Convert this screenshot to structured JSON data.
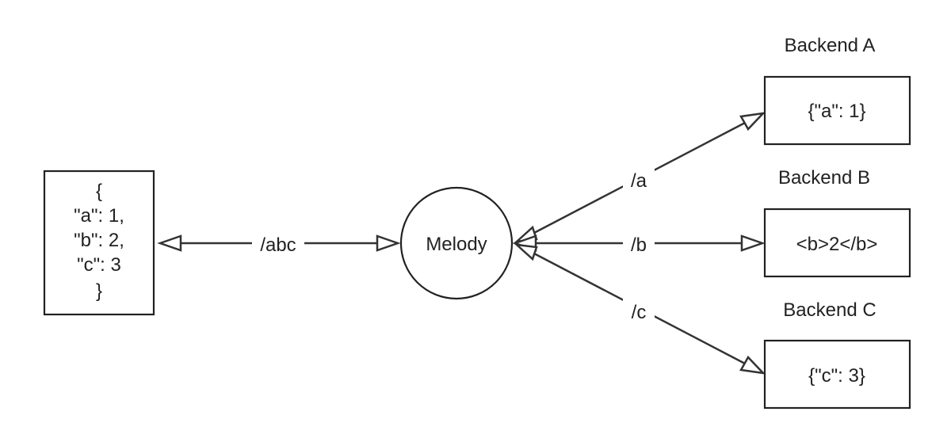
{
  "client": {
    "lines": [
      "{",
      "\"a\": 1,",
      "\"b\": 2,",
      "\"c\": 3",
      "}"
    ]
  },
  "gateway": {
    "label": "Melody"
  },
  "edges": {
    "abc": "/abc",
    "a": "/a",
    "b": "/b",
    "c": "/c"
  },
  "backends": [
    {
      "title": "Backend A",
      "content": "{\"a\": 1}"
    },
    {
      "title": "Backend B",
      "content": "<b>2</b>"
    },
    {
      "title": "Backend C",
      "content": "{\"c\": 3}"
    }
  ]
}
